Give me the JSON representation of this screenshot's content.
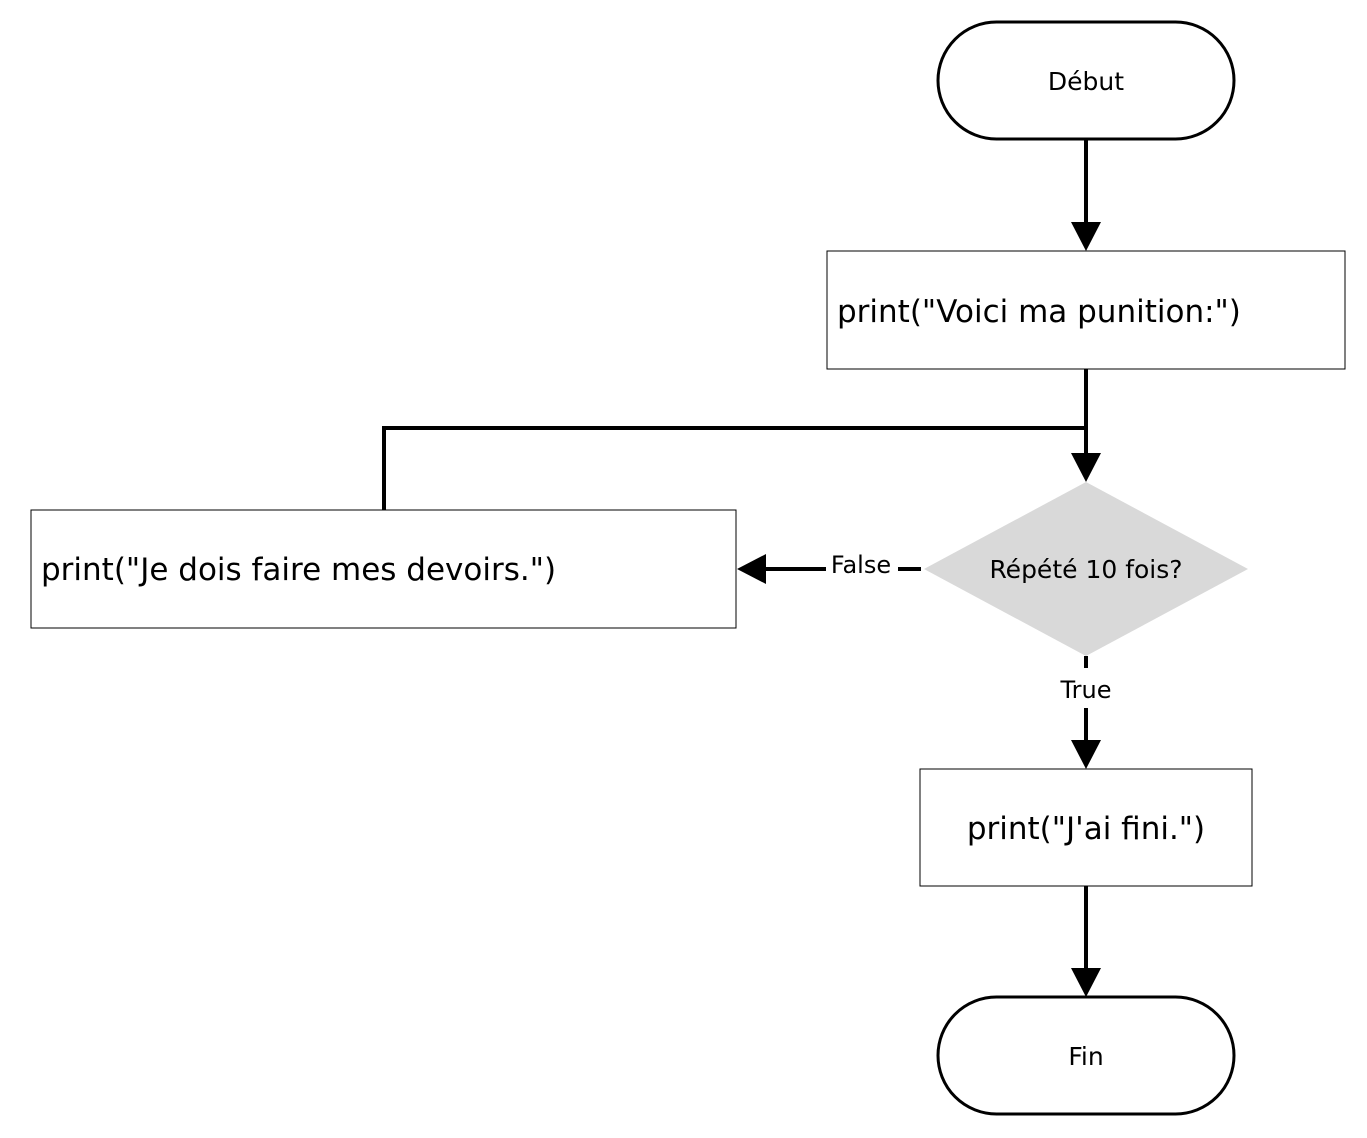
{
  "nodes": {
    "start": {
      "label": "Début"
    },
    "print_intro": {
      "label": "print(\"Voici ma punition:\")"
    },
    "decision": {
      "label": "Répété 10 fois?"
    },
    "print_loop": {
      "label": "print(\"Je dois faire mes devoirs.\")"
    },
    "print_done": {
      "label": "print(\"J'ai fini.\")"
    },
    "end": {
      "label": "Fin"
    }
  },
  "edges": {
    "false_label": "False",
    "true_label": "True"
  },
  "colors": {
    "stroke": "#000000",
    "decision_fill": "#d9d9d9",
    "background": "#ffffff"
  }
}
